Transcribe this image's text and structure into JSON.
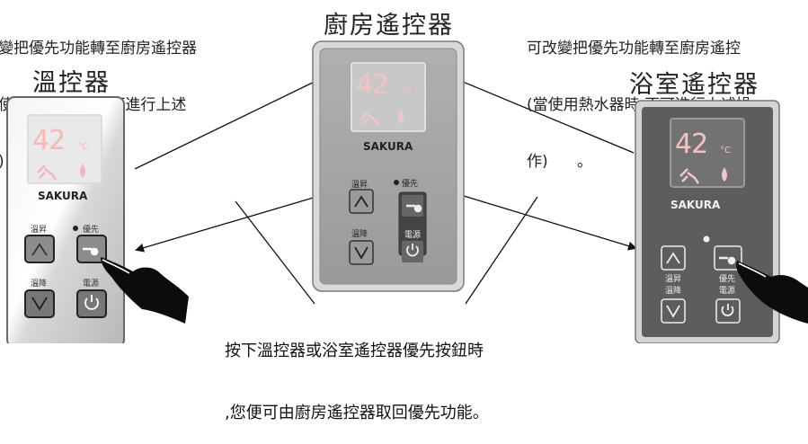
{
  "notes": {
    "left": {
      "line1": "變把優先功能轉至廚房遙控器",
      "line2": "使用熱水器時,不可進行上述",
      "line3": ")"
    },
    "right": {
      "line1": "可改變把優先功能轉至廚房遙控",
      "line2": "(當使用熱水器時,不可進行上述操",
      "line3": "作)      。"
    }
  },
  "controllers": {
    "left": {
      "title": "溫控器",
      "brand": "SAKURA",
      "temp": "42",
      "unit": "°C",
      "labels": {
        "up": "溫昇",
        "priority": "優先",
        "down": "溫降",
        "power": "電源"
      }
    },
    "center": {
      "title": "廚房遙控器",
      "brand": "SAKURA",
      "temp": "42",
      "unit": "°C",
      "labels": {
        "up": "溫昇",
        "priority": "優先",
        "down": "溫降",
        "power": "電源"
      }
    },
    "right": {
      "title": "浴室遙控器",
      "brand": "SAKURA",
      "temp": "42",
      "unit": "°C",
      "labels": {
        "up": "溫昇",
        "priority": "優先",
        "down": "溫降",
        "power": "電源"
      }
    }
  },
  "caption": {
    "line1": "按下溫控器或浴室遙控器優先按鈕時",
    "line2": ",您便可由廚房遙控器取回優先功能。"
  },
  "colors": {
    "lcd_red": "#f4b8b8",
    "center_body": "#a3a3a3",
    "right_body": "#5d5d5d",
    "left_body": "#e6e6e6"
  }
}
